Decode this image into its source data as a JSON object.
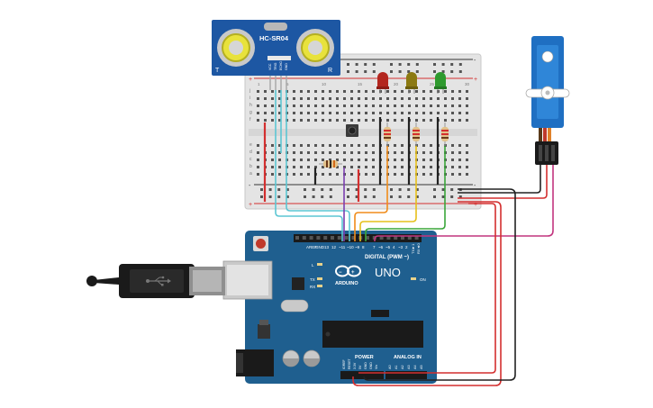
{
  "sensor": {
    "model": "HC-SR04",
    "pin_labels": [
      "VCC",
      "TRIG",
      "ECHO",
      "GND"
    ],
    "left_mark": "T",
    "right_mark": "R"
  },
  "breadboard": {
    "row_letters_top": [
      "j",
      "i",
      "h",
      "g",
      "f"
    ],
    "row_letters_bottom": [
      "e",
      "d",
      "c",
      "b",
      "a"
    ],
    "column_numbers": [
      "1",
      "5",
      "10",
      "15",
      "20",
      "25",
      "30"
    ],
    "rail_plus": "+",
    "rail_minus": "-"
  },
  "leds": [
    {
      "color_name": "red",
      "color": "#b3261e"
    },
    {
      "color_name": "yellow",
      "color": "#8c7a12"
    },
    {
      "color_name": "green",
      "color": "#2e9a2e"
    }
  ],
  "arduino": {
    "brand": "ARDUINO",
    "model": "UNO",
    "digital_header_label": "DIGITAL (PWM ~)",
    "power_label": "POWER",
    "analog_label": "ANALOG IN",
    "led_labels": [
      "L",
      "TX",
      "RX",
      "ON"
    ],
    "digital_pins": [
      "AREF",
      "GND",
      "13",
      "12",
      "~11",
      "~10",
      "~9",
      "8",
      "7",
      "~6",
      "~5",
      "4",
      "~3",
      "2",
      "TX►1",
      "RX◄0"
    ],
    "power_pins": [
      "IOREF",
      "RESET",
      "3.3V",
      "5V",
      "GND",
      "GND",
      "Vin"
    ],
    "analog_pins": [
      "A0",
      "A1",
      "A2",
      "A3",
      "A4",
      "A5"
    ]
  },
  "colors": {
    "board_blue": "#1f5f8f",
    "sensor_blue": "#1d57a3",
    "wire_red": "#d32f2f",
    "wire_black": "#222222",
    "wire_cyan": "#5cc6d3",
    "wire_purple": "#7b3fb0",
    "wire_orange": "#f08c1a",
    "wire_yellow": "#e6c01a",
    "wire_green": "#3aa63a",
    "wire_magenta": "#c2357f",
    "servo_blue": "#1f6fc2"
  }
}
